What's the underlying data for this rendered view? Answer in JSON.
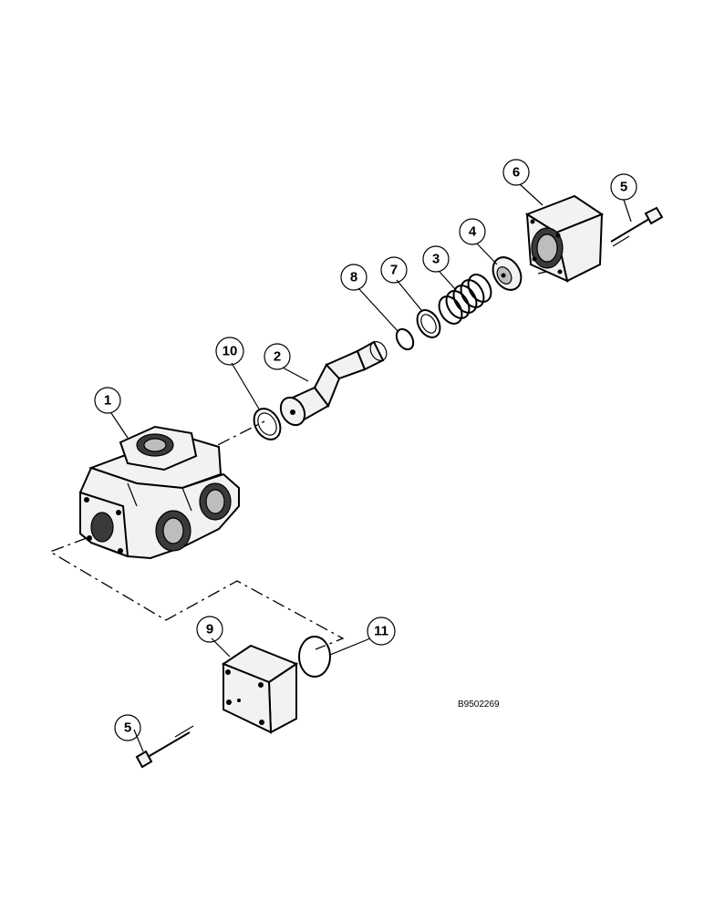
{
  "callouts": [
    {
      "number": "1"
    },
    {
      "number": "2"
    },
    {
      "number": "3"
    },
    {
      "number": "4"
    },
    {
      "number": "5"
    },
    {
      "number": "5"
    },
    {
      "number": "6"
    },
    {
      "number": "7"
    },
    {
      "number": "8"
    },
    {
      "number": "9"
    },
    {
      "number": "10"
    },
    {
      "number": "11"
    }
  ],
  "reference_code": "B9502269"
}
